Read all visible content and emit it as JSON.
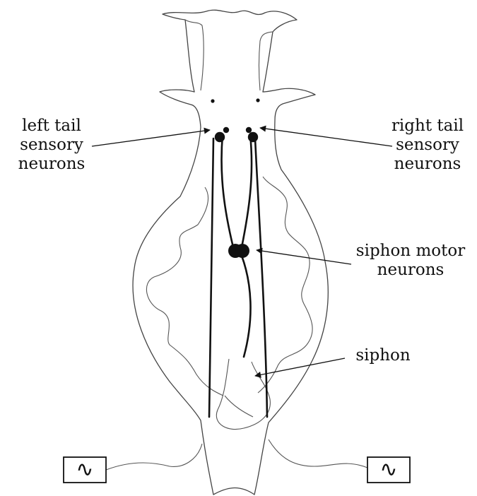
{
  "labels": {
    "left_tail": [
      "left tail",
      "sensory",
      "neurons"
    ],
    "right_tail": [
      "right tail",
      "sensory",
      "neurons"
    ],
    "siphon_motor": [
      "siphon motor",
      "neurons"
    ],
    "siphon": [
      "siphon"
    ]
  },
  "stimulators": {
    "left_symbol": "∿",
    "right_symbol": "∿"
  },
  "colors": {
    "ink": "#111111",
    "outline": "#444444"
  }
}
